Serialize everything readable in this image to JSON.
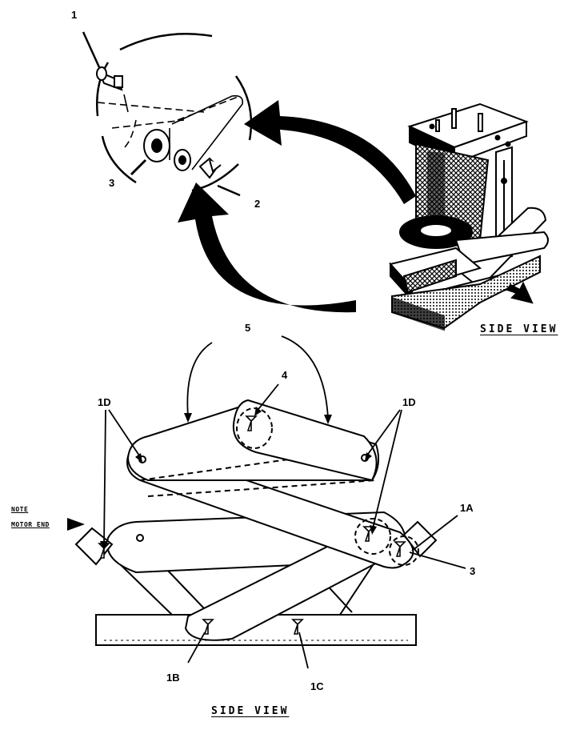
{
  "labels": {
    "callout_1": "1",
    "callout_2": "2",
    "callout_3_top": "3",
    "callout_5": "5",
    "callout_4": "4",
    "callout_1d_left": "1D",
    "callout_1d_right": "1D",
    "callout_1a": "1A",
    "callout_3_bottom": "3",
    "callout_1b": "1B",
    "callout_1c": "1C"
  },
  "captions": {
    "side_view_top": "SIDE VIEW",
    "side_view_bottom": "SIDE VIEW"
  },
  "note": {
    "line1": "NOTE",
    "line2": "MOTOR END"
  }
}
